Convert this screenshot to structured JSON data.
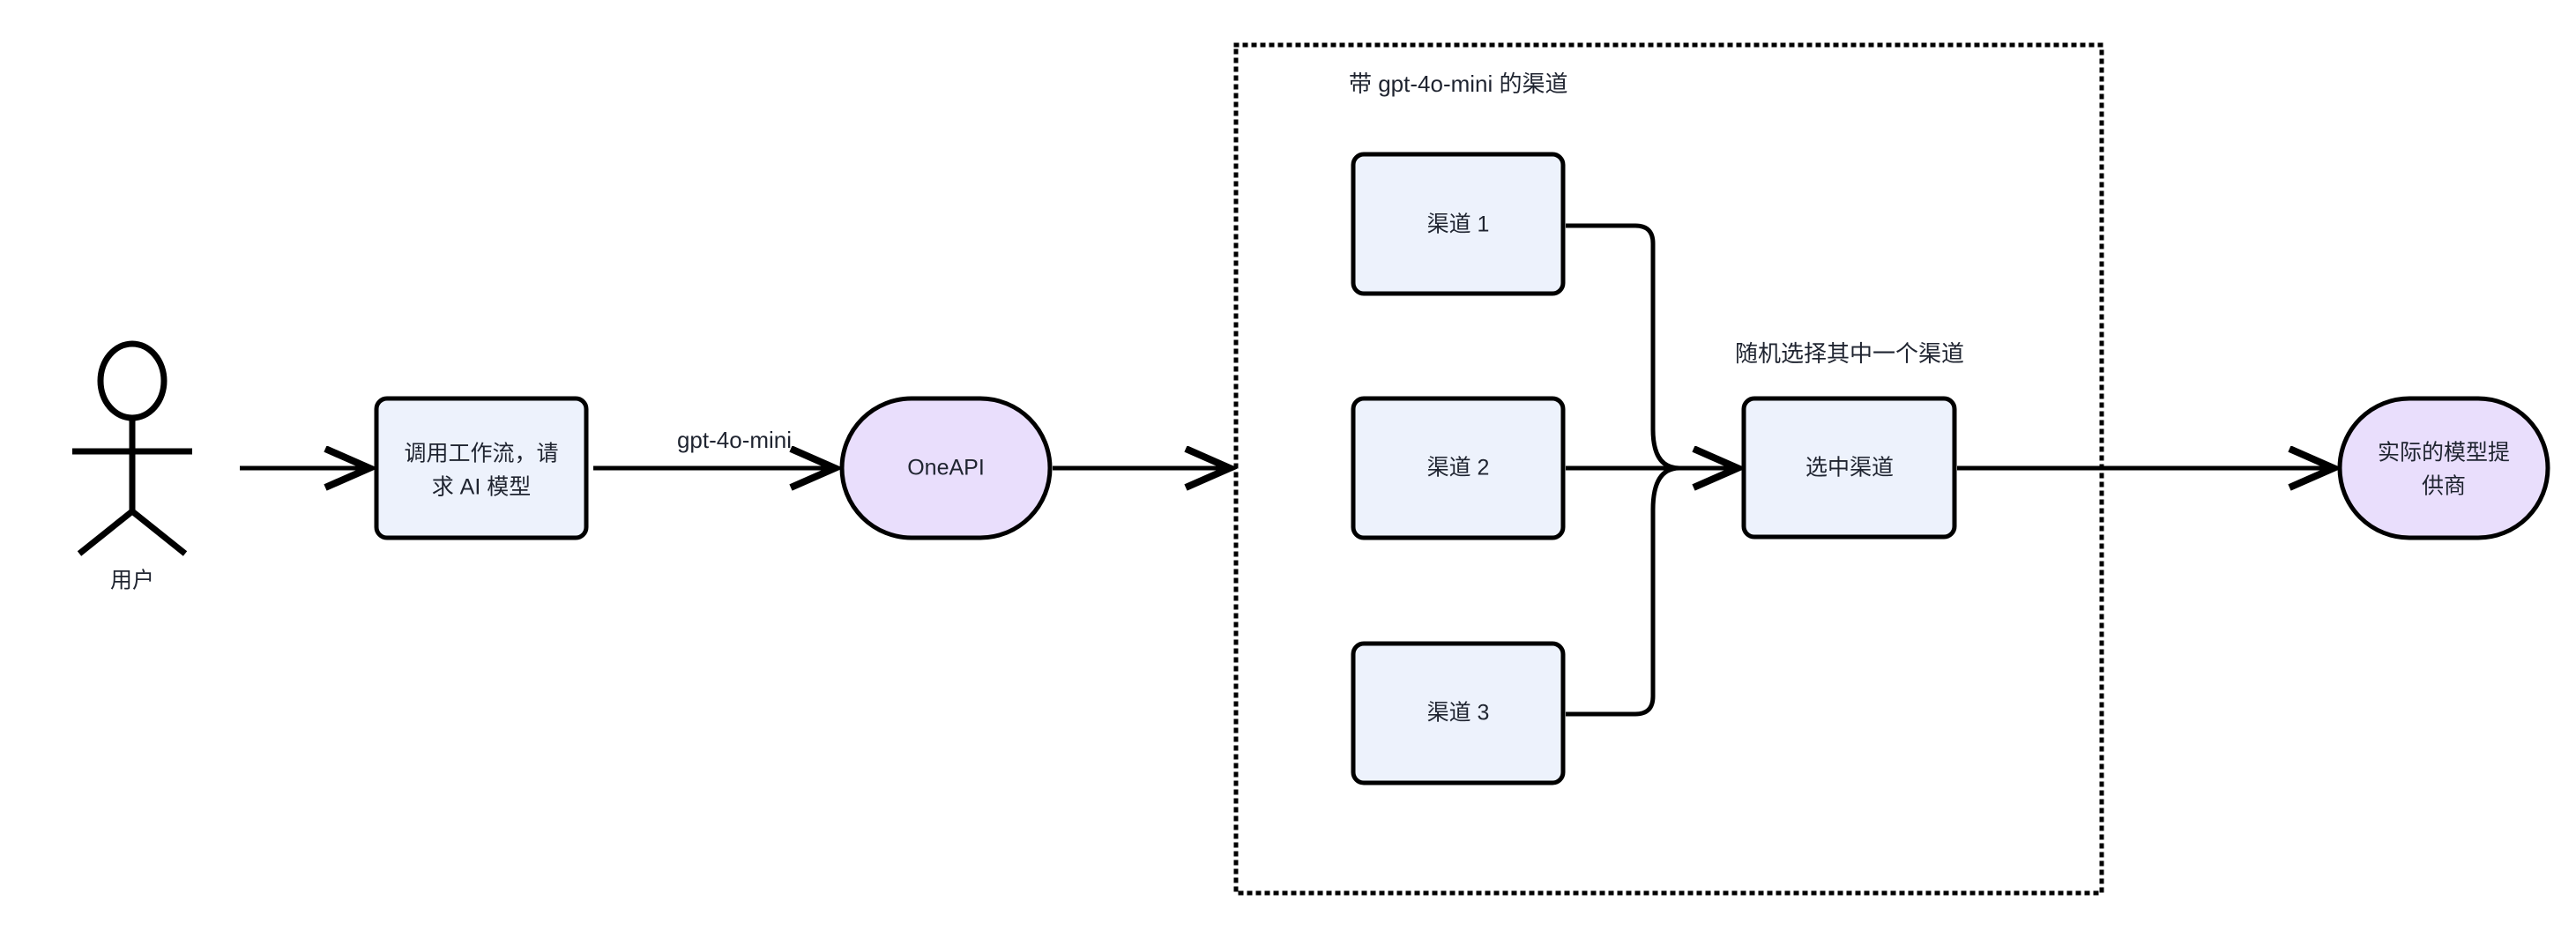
{
  "diagram": {
    "title_text": "",
    "background_color": "#ffffff",
    "stroke_color": "#000000",
    "text_color": "#1f2430",
    "fill_process": "#edf2fc",
    "fill_terminal": "#e9defc"
  },
  "actor": {
    "name": "user-actor",
    "label": "用户"
  },
  "nodes": {
    "workflow": {
      "label_line1": "调用工作流，请",
      "label_line2": "求 AI 模型",
      "shape": "rounded-rect",
      "fill": "#edf2fc"
    },
    "oneapi": {
      "label": "OneAPI",
      "shape": "stadium",
      "fill": "#e9defc"
    },
    "channel1": {
      "label": "渠道 1",
      "shape": "rounded-rect",
      "fill": "#edf2fc"
    },
    "channel2": {
      "label": "渠道 2",
      "shape": "rounded-rect",
      "fill": "#edf2fc"
    },
    "channel3": {
      "label": "渠道 3",
      "shape": "rounded-rect",
      "fill": "#edf2fc"
    },
    "selected_channel": {
      "label": "选中渠道",
      "shape": "rounded-rect",
      "fill": "#edf2fc"
    },
    "provider": {
      "label_line1": "实际的模型提",
      "label_line2": "供商",
      "shape": "stadium",
      "fill": "#e9defc"
    }
  },
  "group": {
    "title": "带 gpt-4o-mini 的渠道",
    "border_style": "dotted"
  },
  "edges": {
    "user_to_workflow": {
      "label": ""
    },
    "workflow_to_oneapi": {
      "label": "gpt-4o-mini"
    },
    "oneapi_to_group": {
      "label": ""
    },
    "channels_to_selected": {
      "label": "随机选择其中一个渠道"
    },
    "selected_to_provider": {
      "label": ""
    }
  }
}
